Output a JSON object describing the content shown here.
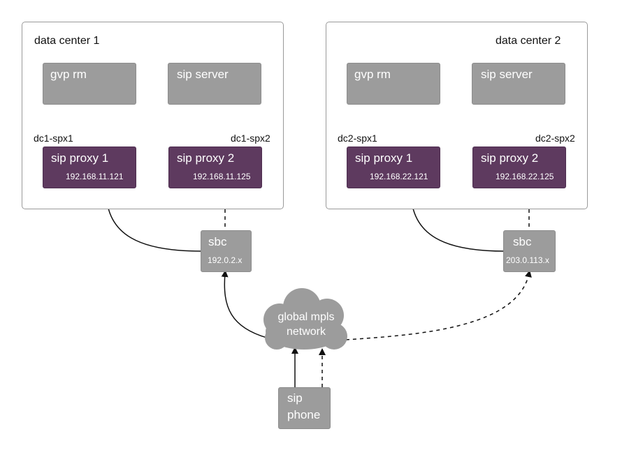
{
  "data_centers": [
    {
      "label": "data center 1",
      "gvp_rm": "gvp rm",
      "sip_server": "sip server",
      "link1": "dc1-spx1",
      "link2": "dc1-spx2",
      "proxy1": {
        "name": "sip proxy 1",
        "ip": "192.168.11.121"
      },
      "proxy2": {
        "name": "sip proxy 2",
        "ip": "192.168.11.125"
      },
      "sbc": {
        "name": "sbc",
        "ip": "192.0.2.x"
      }
    },
    {
      "label": "data center 2",
      "gvp_rm": "gvp rm",
      "sip_server": "sip server",
      "link1": "dc2-spx1",
      "link2": "dc2-spx2",
      "proxy1": {
        "name": "sip proxy 1",
        "ip": "192.168.22.121"
      },
      "proxy2": {
        "name": "sip proxy 2",
        "ip": "192.168.22.125"
      },
      "sbc": {
        "name": "sbc",
        "ip": "203.0.113.x"
      }
    }
  ],
  "network": {
    "line1": "global mpls",
    "line2": "network"
  },
  "phone": {
    "line1": "sip",
    "line2": "phone"
  },
  "colors": {
    "gray_box": "#9c9c9c",
    "proxy_box": "#5e3a5f",
    "border": "#9a9a9a"
  }
}
